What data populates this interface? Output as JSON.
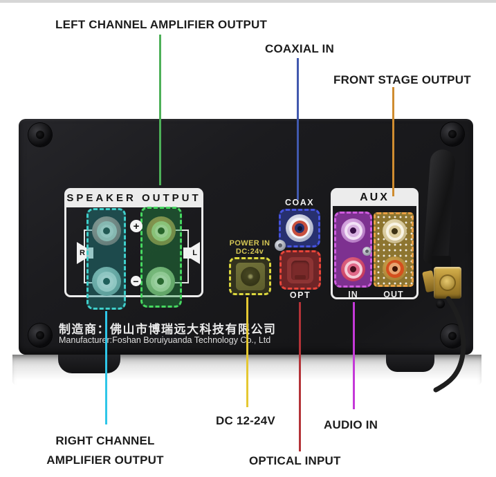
{
  "callouts": {
    "top": [
      {
        "label": "LEFT CHANNEL AMPLIFIER OUTPUT",
        "line_color": "#4db058"
      },
      {
        "label": "COAXIAL IN",
        "line_color": "#4159ae"
      },
      {
        "label": "FRONT STAGE OUTPUT",
        "line_color": "#cf8c30"
      }
    ],
    "bottom": [
      {
        "label_line1": "RIGHT CHANNEL",
        "label_line2": "AMPLIFIER OUTPUT",
        "line_color": "#2ec6e8"
      },
      {
        "label": "DC 12-24V",
        "line_color": "#e5c832"
      },
      {
        "label": "OPTICAL INPUT",
        "line_color": "#b43338"
      },
      {
        "label": "AUDIO IN",
        "line_color": "#c438d8"
      }
    ]
  },
  "panel": {
    "speaker_output": {
      "title": "SPEAKER OUTPUT",
      "plus": "+",
      "minus": "−",
      "right_channel_letter": "R",
      "left_channel_letter": "L"
    },
    "power": {
      "line1": "POWER IN",
      "line2": "DC:24v"
    },
    "coax_label": "COAX",
    "opt_label": "OPT",
    "aux": {
      "title": "AUX",
      "in_label": "IN",
      "out_label": "OUT"
    },
    "manufacturer_zh": "制造商：佛山市博瑞远大科技有限公司",
    "manufacturer_en": "Manufacturer:Foshan Boruiyuanda Technology Co., Ltd",
    "highlight_colors": {
      "speaker_right_pair": "#3fd0cc",
      "speaker_left_pair": "#47d860",
      "power": "#ddd83e",
      "coax": "#4553e0",
      "optical": "#e8453a",
      "aux_in": "#d05ce0",
      "aux_out": "#e8a043"
    }
  }
}
